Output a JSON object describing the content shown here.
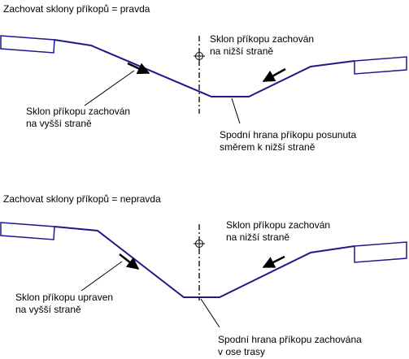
{
  "colors": {
    "profile": "#1f1a8a",
    "arrow": "#000000",
    "leader": "#000000",
    "axis": "#000000",
    "text": "#000000"
  },
  "top": {
    "heading": "Zachovat sklony příkopů = pravda",
    "label_upper_left": [
      "Sklon příkopu zachován",
      "na vyšší straně"
    ],
    "label_upper_right": [
      "Sklon příkopu zachován",
      "na nižší straně"
    ],
    "label_bottom": [
      "Spodní hrana příkopu posunuta",
      "směrem k nižší straně"
    ]
  },
  "bottom": {
    "heading": "Zachovat sklony příkopů = nepravda",
    "label_upper_left": [
      "Sklon příkopu upraven",
      "na vyšší straně"
    ],
    "label_upper_right": [
      "Sklon příkopu zachován",
      "na nižší straně"
    ],
    "label_bottom": [
      "Spodní hrana příkopu zachována",
      "v ose trasy"
    ]
  },
  "icons": {
    "axis_marker": "crosshair-circle-icon",
    "slope_arrow": "arrow-icon"
  }
}
